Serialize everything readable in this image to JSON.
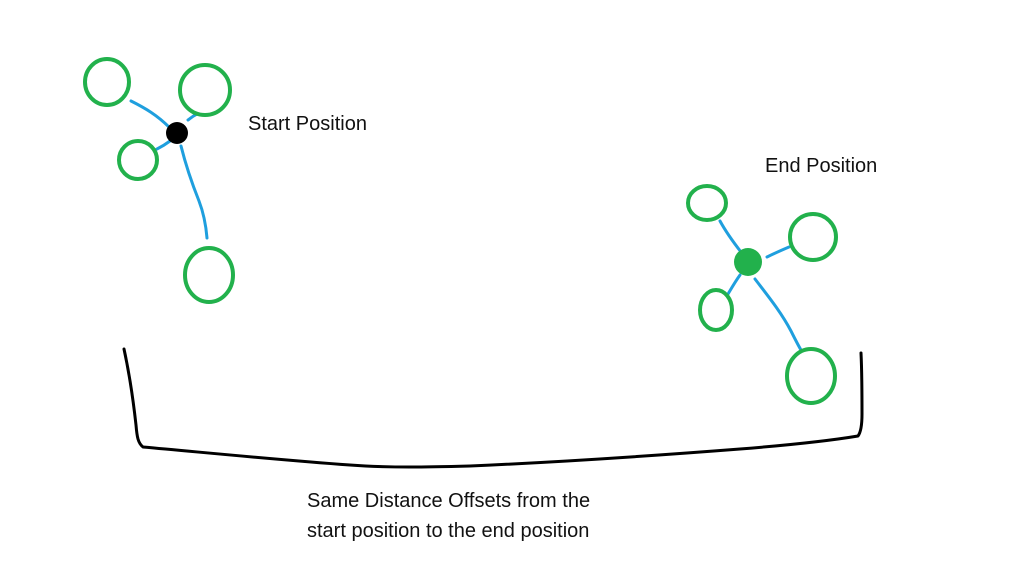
{
  "labels": {
    "start": "Start Position",
    "end": "End Position",
    "caption_line1": "Same Distance Offsets from the",
    "caption_line2": "start position to the end position"
  },
  "colors": {
    "node_outline": "#22b14c",
    "link": "#1f9fde",
    "start_center": "#000000",
    "end_center": "#22b14c",
    "bracket": "#000000",
    "text": "#111111"
  }
}
